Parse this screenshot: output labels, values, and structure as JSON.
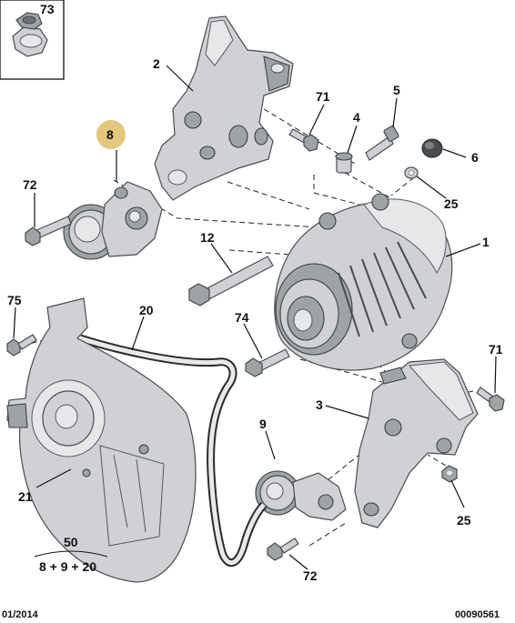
{
  "callouts": {
    "c73": "73",
    "c2": "2",
    "c71a": "71",
    "c5": "5",
    "c4": "4",
    "c8": "8",
    "c6": "6",
    "c72a": "72",
    "c25a": "25",
    "c12": "12",
    "c1": "1",
    "c75": "75",
    "c20": "20",
    "c74": "74",
    "c71b": "71",
    "c3": "3",
    "c9": "9",
    "c21": "21",
    "c25b": "25",
    "c50": "50",
    "c72b": "72"
  },
  "kit": {
    "number": "50",
    "contents": "8 + 9 + 20"
  },
  "footer": {
    "date": "01/2014",
    "code": "00090561"
  },
  "colors": {
    "highlight": "#e3c77b",
    "line": "#111111"
  }
}
